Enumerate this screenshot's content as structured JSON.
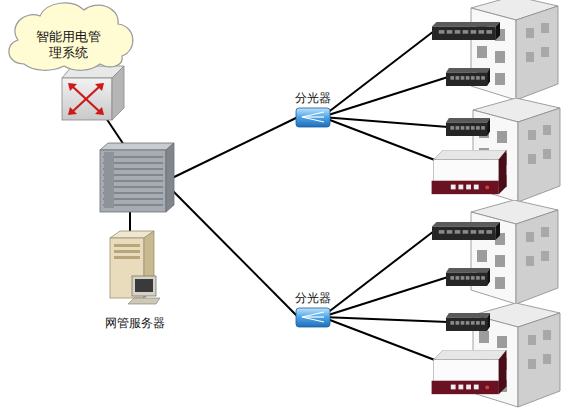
{
  "diagram": {
    "nodes": [
      {
        "text": [
          "智能用电管理系统"
        ]
      },
      {
        "text": [
          "分光器"
        ]
      },
      {
        "text": [
          "分光器"
        ]
      },
      {
        "text": [
          "网管服务器"
        ]
      }
    ]
  }
}
